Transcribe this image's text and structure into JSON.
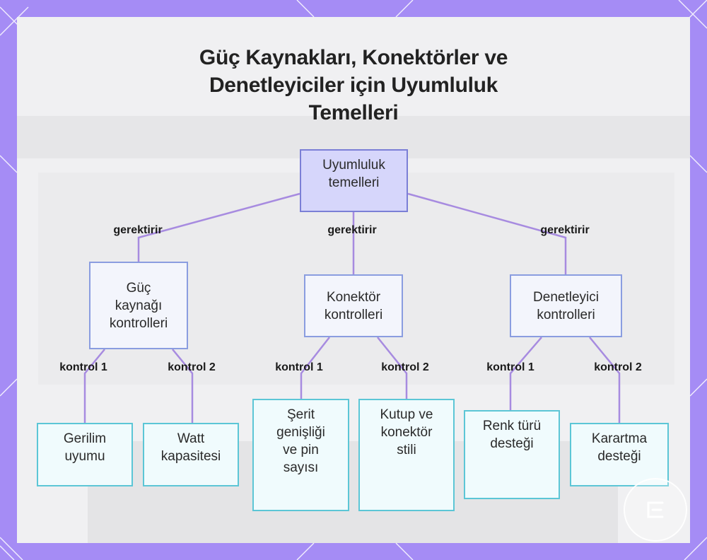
{
  "title": [
    "Güç Kaynakları, Konektörler ve",
    "Denetleyiciler için Uyumluluk",
    "Temelleri"
  ],
  "nodes": {
    "root": [
      "Uyumluluk",
      "temelleri"
    ],
    "psu": [
      "Güç",
      "kaynağı",
      "kontrolleri"
    ],
    "conn": [
      "Konektör",
      "kontrolleri"
    ],
    "ctrl": [
      "Denetleyici",
      "kontrolleri"
    ],
    "voltage": [
      "Gerilim",
      "uyumu"
    ],
    "watt": [
      "Watt",
      "kapasitesi"
    ],
    "strip": [
      "Şerit",
      "genişliği",
      "ve pin",
      "sayısı"
    ],
    "polarity": [
      "Kutup ve",
      "konektör",
      "stili"
    ],
    "color": [
      "Renk türü",
      "desteği"
    ],
    "dimming": [
      "Karartma",
      "desteği"
    ]
  },
  "edges": {
    "requires": "gerektirir",
    "check1": "kontrol 1",
    "check2": "kontrol 2"
  },
  "colors": {
    "frame": "#a58cf5",
    "root_fill": "#d6d6fb",
    "mid_border": "#8a9de0",
    "leaf_border": "#5cc6d6",
    "edge": "#a78be0"
  }
}
